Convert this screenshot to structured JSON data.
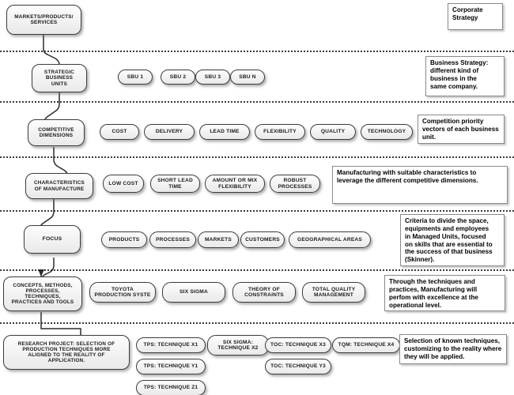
{
  "diagram": {
    "title": "Manufacturing Strategy Hierarchy Framework",
    "background_color": "#ffffff",
    "node_fill": "#f2f2f2",
    "node_border": "#3c3c3c",
    "note_border": "#8a8a8a",
    "separator_color": "#3a3a3a"
  },
  "bands": [
    {
      "id": "markets",
      "stage": {
        "label": "MARKETS/PRODUCTS/\nSERVICES"
      },
      "items": [],
      "note": {
        "text": "Corporate\nStrategy"
      }
    },
    {
      "id": "sbu",
      "stage": {
        "label": "STRATEGIC\nBUSINESS\nUNITS"
      },
      "items": [
        {
          "label": "SBU 1"
        },
        {
          "label": "SBU 2"
        },
        {
          "label": "SBU 3"
        },
        {
          "label": "SBU N"
        }
      ],
      "note": {
        "text": "Business Strategy:\ndifferent kind of\nbusiness in the\nsame company."
      }
    },
    {
      "id": "competitive-dimensions",
      "stage": {
        "label": "COMPETITIVE\nDIMENSIONS"
      },
      "items": [
        {
          "label": "COST"
        },
        {
          "label": "DELIVERY"
        },
        {
          "label": "LEAD TIME"
        },
        {
          "label": "FLEXIBILITY"
        },
        {
          "label": "QUALITY"
        },
        {
          "label": "TECHNOLOGY"
        }
      ],
      "note": {
        "text": "Competition priority\nvectors of each business\nunit."
      }
    },
    {
      "id": "characteristics",
      "stage": {
        "label": "CHARACTERISTICS\nOF MANUFACTURE"
      },
      "items": [
        {
          "label": "LOW COST"
        },
        {
          "label": "SHORT LEAD\nTIME"
        },
        {
          "label": "AMOUNT OR MIX\nFLEXIBILITY"
        },
        {
          "label": "ROBUST\nPROCESSES"
        }
      ],
      "note": {
        "text": "Manufacturing with suitable characteristics to\nleverage the different competitive dimensions."
      }
    },
    {
      "id": "focus",
      "stage": {
        "label": "FOCUS"
      },
      "items": [
        {
          "label": "PRODUCTS"
        },
        {
          "label": "PROCESSES"
        },
        {
          "label": "MARKETS"
        },
        {
          "label": "CUSTOMERS"
        },
        {
          "label": "GEOGRAPHICAL AREAS"
        }
      ],
      "note": {
        "text": "Criteria to divide the space,\nequipments and employees\nin Managed Units, focused\non skills that are essential to\nthe success of that business\n(Skinner)."
      }
    },
    {
      "id": "concepts",
      "stage": {
        "label": "CONCEPTS, METHODS,\nPROCESSES,\nTECHNIQUES,\nPRACTICES AND TOOLS"
      },
      "items": [
        {
          "label": "TOYOTA\nPRODUCTION SYSTE"
        },
        {
          "label": "SIX SIGMA"
        },
        {
          "label": "THEORY OF\nCONSTRAINTS"
        },
        {
          "label": "TOTAL QUALITY\nMANAGEMENT"
        }
      ],
      "note": {
        "text": "Through the techniques and\npractices, Manufacturing will\nperfom with excellence at the\noperational level."
      }
    },
    {
      "id": "research-project",
      "stage": {
        "label": "RESEARCH PROJECT: SELECTION OF\nPRODUCTION TECHNIQUES MORE\nALIGNED TO THE REALITY OF\nAPPLICATION."
      },
      "items": [
        {
          "label": "TPS: TECHNIQUE X1"
        },
        {
          "label": "SIX SIGMA:\nTECHNIQUE X2"
        },
        {
          "label": "TOC: TECHNIQUE X3"
        },
        {
          "label": "TQM: TECHNIQUE X4"
        },
        {
          "label": "TPS: TECHNIQUE Y1"
        },
        {
          "label": "TOC: TECHNIQUE Y3"
        },
        {
          "label": "TPS: TECHNIQUE Z1"
        }
      ],
      "note": {
        "text": "Selection of known techniques,\ncustomizing to the reality where\nthey will be applied."
      }
    }
  ]
}
